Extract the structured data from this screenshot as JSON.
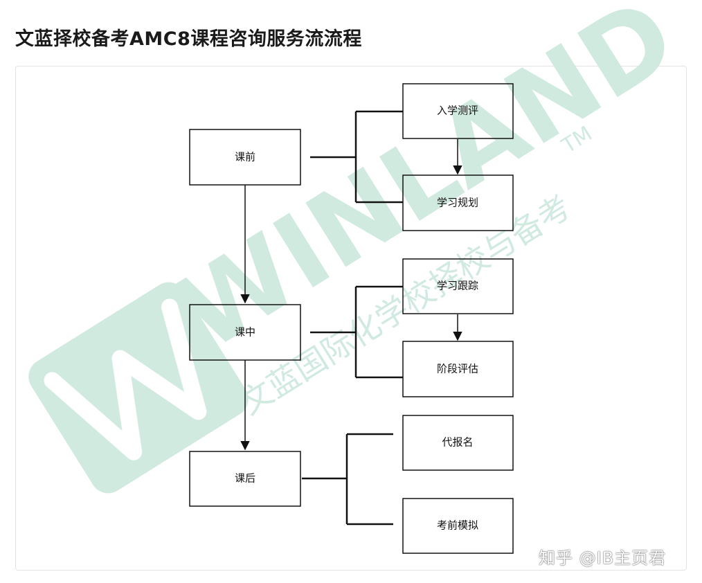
{
  "title": "文蓝择校备考AMC8课程咨询服务流流程",
  "nodes": {
    "pre_class": "课前",
    "in_class": "课中",
    "post_class": "课后",
    "entrance_test": "入学测评",
    "study_plan": "学习规划",
    "study_tracking": "学习跟踪",
    "stage_assessment": "阶段评估",
    "registration": "代报名",
    "mock_exam": "考前模拟"
  },
  "watermark": {
    "brand": "WINLAND",
    "trademark": "TM",
    "slogan": "文蓝国际化学校择校与备考",
    "color": "#cfe9df"
  },
  "credit": "知乎 @IB主页君"
}
